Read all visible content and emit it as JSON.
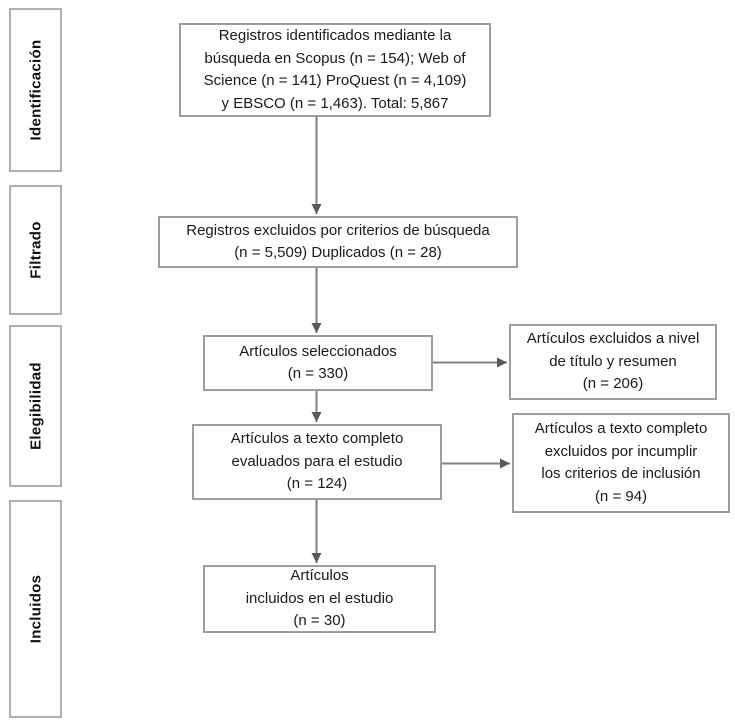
{
  "diagram": {
    "stages": [
      {
        "label": "Identificación"
      },
      {
        "label": "Filtrado"
      },
      {
        "label": "Elegibilidad"
      },
      {
        "label": "Incluidos"
      }
    ],
    "boxes": {
      "identified": {
        "lines": [
          "Registros identificados mediante la",
          "búsqueda en Scopus (n = 154); Web of",
          "Science (n = 141) ProQuest (n = 4,109)",
          "y EBSCO (n = 1,463).  Total: 5,867"
        ]
      },
      "excluded_by_search": {
        "lines": [
          "Registros excluidos por criterios de búsqueda",
          "(n = 5,509) Duplicados (n = 28)"
        ]
      },
      "selected": {
        "lines": [
          "Artículos seleccionados",
          "(n = 330)"
        ]
      },
      "excluded_title_abstract": {
        "lines": [
          "Artículos excluidos a nivel",
          "de título y resumen",
          "(n = 206)"
        ]
      },
      "fulltext_assessed": {
        "lines": [
          "Artículos a texto completo",
          "evaluados para el estudio",
          "(n = 124)"
        ]
      },
      "fulltext_excluded": {
        "lines": [
          "Artículos a texto completo",
          "excluidos por incumplir",
          "los criterios de inclusión",
          "(n = 94)"
        ]
      },
      "included": {
        "lines": [
          "Artículos",
          "incluidos en el estudio",
          "(n = 30)"
        ]
      }
    },
    "colors": {
      "box_border": "#9e9e9e",
      "stage_border": "#b0b0b0",
      "arrow_line": "#808080",
      "arrow_head": "#595959",
      "text": "#1a1a1a",
      "background": "#ffffff"
    }
  }
}
